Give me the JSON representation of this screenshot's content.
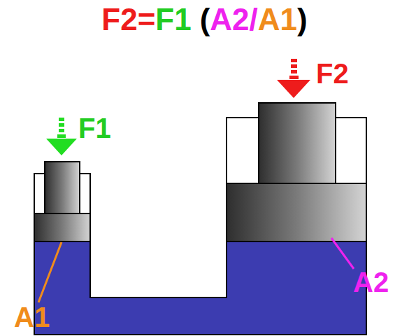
{
  "diagram": {
    "labels": [
      "F2",
      "=",
      "F1",
      "(",
      "A2",
      "/",
      "A1",
      ")",
      "F1",
      "F2",
      "A1",
      "A2"
    ]
  }
}
